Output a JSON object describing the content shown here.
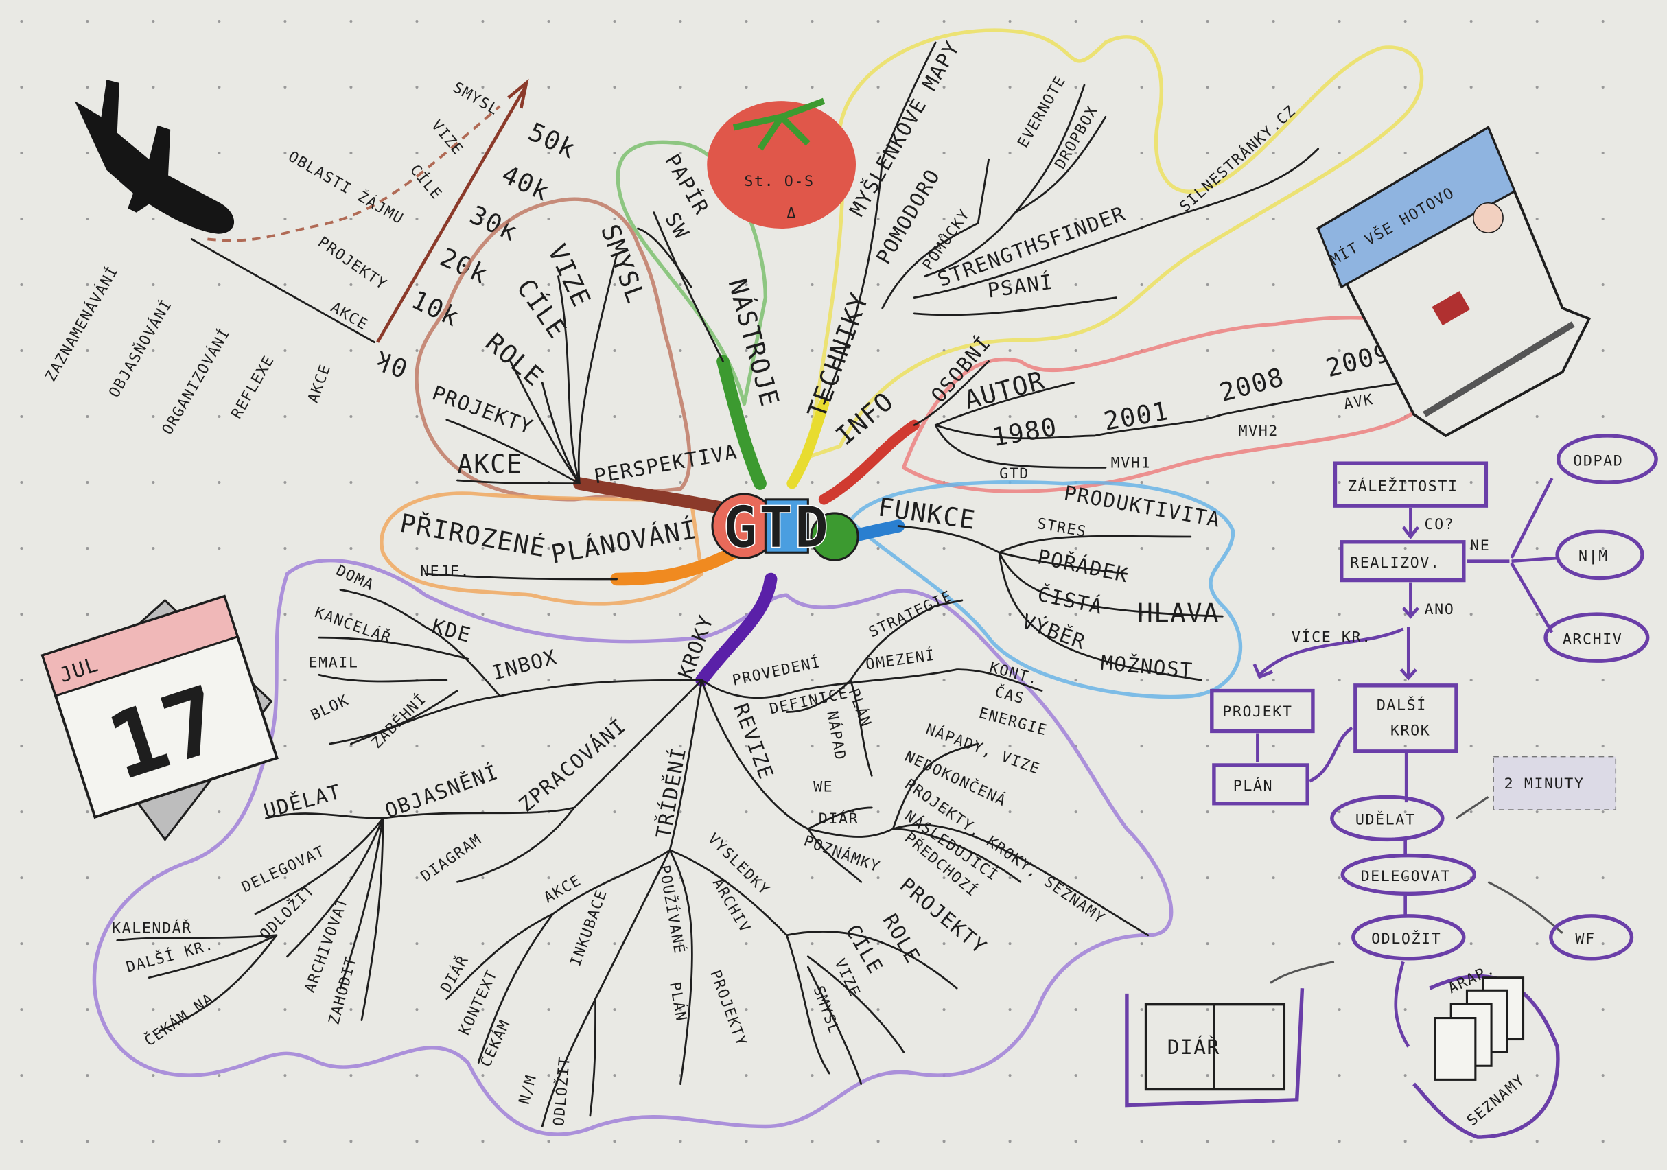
{
  "colors": {
    "paper": "#e9e9e4",
    "ink": "#1e1e1e",
    "brown": "#a0522d",
    "orange": "#f0a040",
    "green": "#5aa845",
    "red": "#e06060",
    "yellow": "#ece160",
    "blue": "#5aaee0",
    "purple": "#7a4ec0",
    "tomato": "#e0574a"
  },
  "center": {
    "label": "GTD"
  },
  "timeline": {
    "horizons": [
      "SMYSL",
      "VIZE",
      "CÍLE",
      "OBLASTI ŽÁJMU",
      "PROJEKTY",
      "AKCE"
    ],
    "altitudes": [
      "50k",
      "40k",
      "30k",
      "20k",
      "10k",
      "0k"
    ],
    "steps": [
      "ZAZNAMENÁVÁNÍ",
      "OBJASŇOVÁNÍ",
      "ORGANIZOVÁNÍ",
      "REFLEXE",
      "AKCE"
    ]
  },
  "perspektiva": {
    "title": "PERSPEKTIVA",
    "items": [
      "SMYSL",
      "VIZE",
      "CÍLE",
      "ROLE",
      "PROJEKTY",
      "AKCE"
    ]
  },
  "planovani": {
    "title": "PLÁNOVÁNÍ",
    "items": [
      "PŘIROZENÉ",
      "NEJE."
    ]
  },
  "nastroje": {
    "title": "NÁSTROJE",
    "items": [
      "PAPÍR",
      "SW"
    ],
    "tomato_label": "St. O-S",
    "tomato_mark": "Δ"
  },
  "techniky": {
    "title": "TECHNIKY",
    "items": [
      "MYŠLENKOVÉ MAPY",
      "POMODORO",
      "POMŮCKY",
      "EVERNOTE",
      "DROPBOX",
      "STRENGTHSFINDER",
      "SILNESTRÁNKY.CZ",
      "PSANÍ"
    ]
  },
  "info": {
    "title": "INFO",
    "items": [
      "OSOBNÍ",
      "AUTOR",
      "1980",
      "2001",
      "2008",
      "2009",
      "GTD",
      "MVH1",
      "MVH2",
      "AVK"
    ],
    "book_title": "MÍT VŠE HOTOVO"
  },
  "funkce": {
    "title": "FUNKCE",
    "items": [
      "PRODUKTIVITA",
      "STRES",
      "POŘÁDEK",
      "ČISTÁ",
      "HLAVA",
      "VÝBĚR",
      "MOŽNOST"
    ]
  },
  "kroky": {
    "title": "KROKY",
    "inbox": {
      "title": "INBOX",
      "items": [
        "KDE",
        "DOMA",
        "KANCELÁŘ",
        "EMAIL",
        "BLOK",
        "ZABĚHNÍ"
      ]
    },
    "zpracovani": {
      "title": "ZPRACOVÁNÍ",
      "items": [
        "OBJASNĚNÍ",
        "UDĚLAT",
        "DIAGRAM",
        "DELEGOVAT",
        "ODLOŽIT",
        "ARCHIVOVAT",
        "ZAHODIT",
        "KALENDÁŘ",
        "DALŠÍ KR.",
        "ČEKÁM NA"
      ]
    },
    "provedeni": {
      "title": "PROVEDENÍ",
      "items": [
        "STRATEGIE",
        "OMEZENÍ",
        "KONT.",
        "ČAS",
        "ENERGIE",
        "DEFINICE",
        "PLÁN",
        "NÁPAD"
      ]
    },
    "revize": {
      "title": "REVIZE",
      "items": [
        "WE",
        "DIÁŘ",
        "POZNÁMKY",
        "NÁPADY, VIZE",
        "NEDOKONČENÁ",
        "PROJEKTY, KROKY, SEZNAMY",
        "NÁSLEDUJÍCÍ",
        "PŘEDCHOZÍ"
      ]
    },
    "trideni": {
      "title": "TŘÍDĚNÍ",
      "items": [
        "AKCE",
        "INKUBACE",
        "DIÁŘ",
        "KONTEXT",
        "ČEKÁM",
        "N/M",
        "ODLOŽIT",
        "VÝSLEDKY",
        "ARCHIV",
        "POUŽÍVANÉ",
        "PROJEKTY",
        "PLÁN",
        "PROJEKTY",
        "ROLE",
        "CÍLE",
        "VIZE",
        "SMYSL"
      ]
    }
  },
  "calendar": {
    "month": "JUL",
    "day": "17"
  },
  "flow": {
    "zalezitosti": "ZÁLEŽITOSTI",
    "co": "CO?",
    "realizov": "REALIZOV.",
    "ne": "NE",
    "ano": "ANO",
    "odpad": "ODPAD",
    "nm": "N|M",
    "archiv": "ARCHIV",
    "vice_kr": "VÍCE KR.",
    "projekt": "PROJEKT",
    "plan": "PLÁN",
    "dalsi_krok": [
      "DALŠÍ",
      "KROK"
    ],
    "dve_minuty": "2 MINUTY",
    "udelat": "UDĚLAT",
    "delegovat": "DELEGOVAT",
    "wf": "WF",
    "odlozit": "ODLOŽIT",
    "diar": "DIÁŘ",
    "arap": "ARAP.",
    "seznamy": "SEZNAMY"
  }
}
